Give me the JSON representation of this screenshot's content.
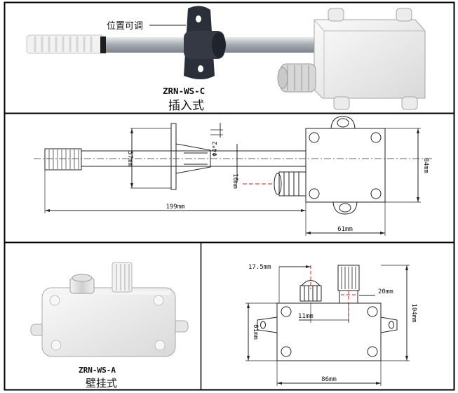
{
  "colors": {
    "frame": "#000000",
    "line": "#222222",
    "dash": "#666666",
    "red": "#cc2222",
    "housing": "#ececec",
    "housing_edge": "#9a9a9a",
    "steel": "#b9bec3",
    "flange": "#2b2f3a"
  },
  "duct_type": {
    "callout": "位置可调",
    "model": "ZRN-WS-C",
    "name": "插入式"
  },
  "duct_drawing": {
    "dims": {
      "height_v": "57mm",
      "flange_d": "Φ4*2",
      "pipe_d": "16mm",
      "box_h": "84mm",
      "total_len": "199mm",
      "box_w": "61mm"
    }
  },
  "wall_type": {
    "model": "ZRN-WS-A",
    "name": "壁挂式"
  },
  "wall_drawing": {
    "dims": {
      "offset": "17.5mm",
      "probe_gap": "20mm",
      "spacing": "11mm",
      "box_h": "104mm",
      "mount_h": "61mm",
      "box_w": "86mm"
    }
  },
  "icons": [
    "humidity-sensor-photo",
    "duct-flange-icon",
    "cable-gland-icon"
  ]
}
